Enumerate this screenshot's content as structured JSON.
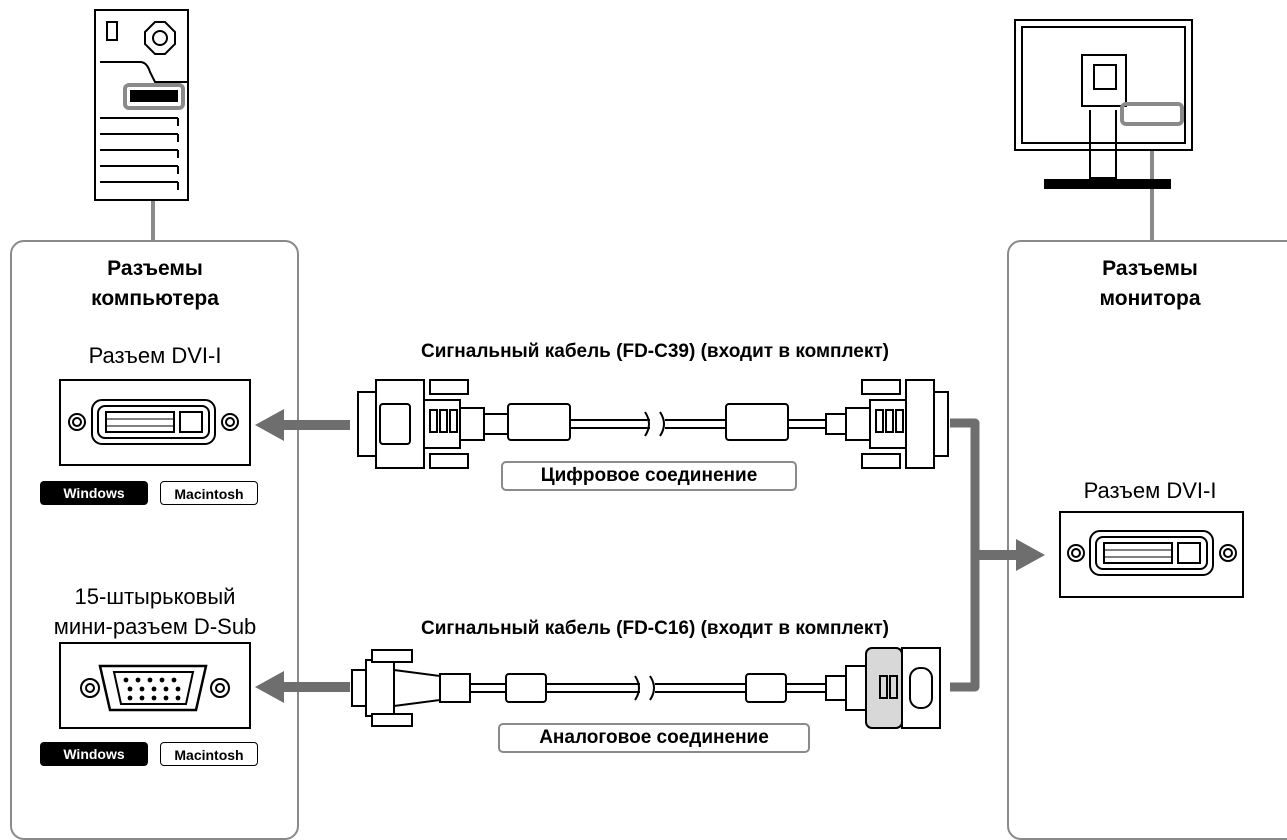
{
  "computer_panel": {
    "title_line1": "Разъемы",
    "title_line2": "компьютера",
    "dvi_label": "Разъем DVI-I",
    "dsub_label_line1": "15-штырьковый",
    "dsub_label_line2": "мини-разъем D-Sub",
    "dvi_badges": {
      "windows": "Windows",
      "macintosh": "Macintosh"
    },
    "dsub_badges": {
      "windows": "Windows",
      "macintosh": "Macintosh"
    }
  },
  "monitor_panel": {
    "title_line1": "Разъемы",
    "title_line2": "монитора",
    "dvi_label": "Разъем DVI-I"
  },
  "cables": {
    "digital": {
      "title": "Сигнальный кабель (FD-C39) (входит в комплект)",
      "connection": "Цифровое соединение"
    },
    "analog": {
      "title": "Сигнальный кабель (FD-C16) (входит в комплект)",
      "connection": "Аналоговое соединение"
    }
  },
  "colors": {
    "line": "#8a8a8a",
    "arrow": "#6e6e6e",
    "stroke": "#000000",
    "badge_dark": "#000000"
  }
}
